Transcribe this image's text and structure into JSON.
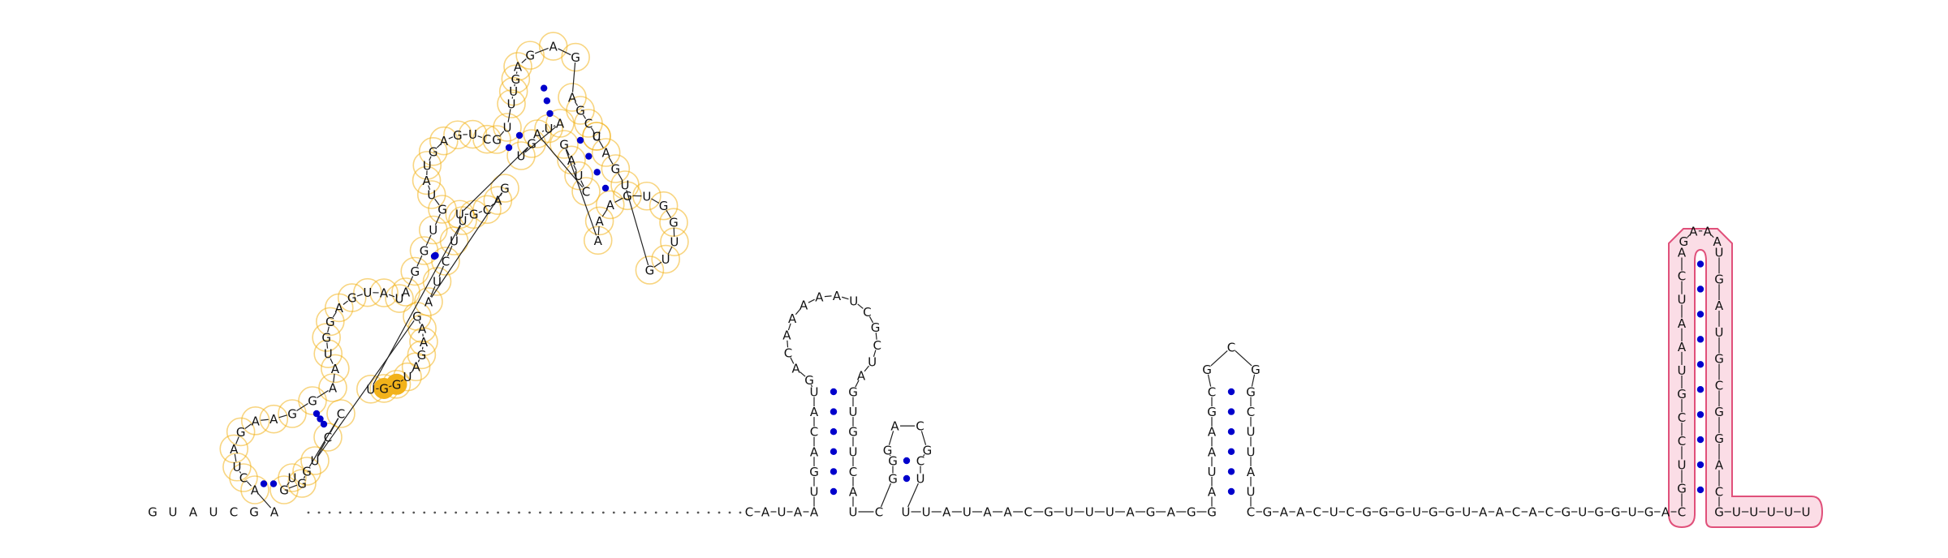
{
  "colors": {
    "nucleotide_text": "#111111",
    "base_pair_dot": "#0000cc",
    "backbone_link": "#222222",
    "gap_dots": "#555555",
    "domain_orange_outline": "#f2b21a",
    "domain_orange_highlight": "#f2b21a",
    "domain_pink_outline": "#e0507a",
    "domain_pink_fill": "#fbdde6"
  },
  "rna": {
    "five_prime_tail": [
      "G",
      "U",
      "A",
      "U",
      "C",
      "G",
      "A"
    ],
    "left_domain": {
      "stem1_left": [
        "A",
        "C"
      ],
      "stem1_right": [
        "G",
        "U"
      ],
      "loop1": [
        "U",
        "A",
        "G",
        "A",
        "A"
      ],
      "stem2_left": [
        "G",
        "G",
        "A"
      ],
      "stem2_right": [
        "U",
        "C",
        "C"
      ],
      "bulge_right": [
        "G",
        "G"
      ],
      "internal_loop_left": [
        "A",
        "U",
        "G",
        "G",
        "A",
        "G",
        "U",
        "A",
        "U"
      ],
      "internal_loop_right": [
        "U",
        "G",
        "G",
        "U",
        "A",
        "G",
        "A",
        "A",
        "G"
      ],
      "stem3_left": [
        "A",
        "G",
        "G",
        "U",
        "G"
      ],
      "stem3_right": [
        "A",
        "U",
        "C",
        "U",
        "U"
      ],
      "loop3_left": [
        "U",
        "A",
        "U",
        "G",
        "A",
        "G",
        "U",
        "C"
      ],
      "loop3_right": [
        "U",
        "G",
        "C",
        "A",
        "G"
      ],
      "stem4_left": [
        "G",
        "U"
      ],
      "stem4_right": [
        "U",
        "G"
      ],
      "stem4_bulge": [
        "A",
        "U",
        "A"
      ],
      "stem5_left": [
        "U",
        "U",
        "G",
        "A"
      ],
      "top_loop": [
        "G",
        "A",
        "G"
      ],
      "stem5_right": [
        "A",
        "G",
        "C",
        "U"
      ],
      "branch_stem_left": [
        "G",
        "A",
        "U",
        "C"
      ],
      "branch_stem_right": [
        "C",
        "A",
        "G",
        "U"
      ],
      "branch_loop": [
        "A",
        "A",
        "A",
        "G",
        "U",
        "G",
        "G",
        "U",
        "U",
        "G"
      ]
    },
    "gap_length": 42,
    "hairpin2": {
      "lead": [
        "C",
        "A",
        "U",
        "A",
        "A"
      ],
      "stem_left": [
        "U",
        "G",
        "A",
        "C",
        "A",
        "U"
      ],
      "loop": [
        "G",
        "A",
        "C",
        "A",
        "A",
        "A",
        "A",
        "A",
        "U",
        "C",
        "G",
        "C",
        "U",
        "A"
      ],
      "stem_right": [
        "G",
        "U",
        "G",
        "U",
        "C",
        "A"
      ],
      "tail": [
        "U",
        "C"
      ]
    },
    "hairpin3": {
      "stem_left": [
        "G",
        "G"
      ],
      "loop": [
        "G",
        "A",
        "C",
        "G"
      ],
      "stem_right": [
        "C",
        "U"
      ]
    },
    "linker": [
      "U",
      "U",
      "A",
      "U",
      "A",
      "A",
      "C",
      "G",
      "U",
      "U",
      "U",
      "A",
      "G",
      "A",
      "G",
      "G"
    ],
    "hairpin4": {
      "stem_left": [
        "A",
        "U",
        "A",
        "A",
        "G",
        "C"
      ],
      "loop": [
        "G",
        "C",
        "G"
      ],
      "stem_right": [
        "G",
        "C",
        "U",
        "U",
        "A",
        "U"
      ]
    },
    "linker2": [
      "C",
      "G",
      "A",
      "A",
      "C",
      "U",
      "C",
      "G",
      "G",
      "G",
      "U",
      "G",
      "G",
      "U",
      "A",
      "A",
      "C",
      "A",
      "C",
      "G",
      "U",
      "G",
      "G",
      "U",
      "G",
      "A"
    ],
    "hairpin5": {
      "stem_left": [
        "C",
        "G",
        "U",
        "C",
        "C",
        "G",
        "U",
        "A",
        "A",
        "U",
        "C",
        "A"
      ],
      "loop": [
        "G",
        "A",
        "A",
        "A"
      ],
      "stem_right": [
        "U",
        "G",
        "A",
        "U",
        "G",
        "C",
        "G",
        "G",
        "A",
        "C"
      ]
    },
    "three_prime_tail": [
      "G",
      "U",
      "U",
      "U",
      "U",
      "U"
    ]
  }
}
